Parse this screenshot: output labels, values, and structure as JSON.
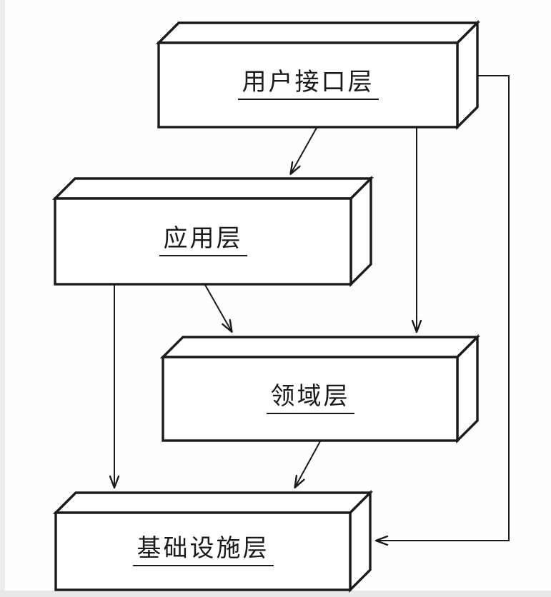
{
  "page": {
    "background": "#fefefe",
    "edge_band_color": "#ededed"
  },
  "diagram": {
    "type": "layered-architecture-diagram",
    "line_color": "#1a1a1a",
    "text_color": "#1a1a1a",
    "box_fill": "#ffffff",
    "nodes": [
      {
        "id": "user-interface-layer",
        "label": "用户接口层"
      },
      {
        "id": "application-layer",
        "label": "应用层"
      },
      {
        "id": "domain-layer",
        "label": "领域层"
      },
      {
        "id": "infrastructure-layer",
        "label": "基础设施层"
      }
    ],
    "edges": [
      {
        "from": "用户接口层",
        "to": "应用层",
        "style": "straight-arrow"
      },
      {
        "from": "用户接口层",
        "to": "领域层",
        "style": "straight-arrow"
      },
      {
        "from": "用户接口层",
        "to": "基础设施层",
        "style": "routed-right-arrow"
      },
      {
        "from": "应用层",
        "to": "领域层",
        "style": "straight-arrow"
      },
      {
        "from": "应用层",
        "to": "基础设施层",
        "style": "straight-arrow"
      },
      {
        "from": "领域层",
        "to": "基础设施层",
        "style": "straight-arrow"
      }
    ]
  }
}
